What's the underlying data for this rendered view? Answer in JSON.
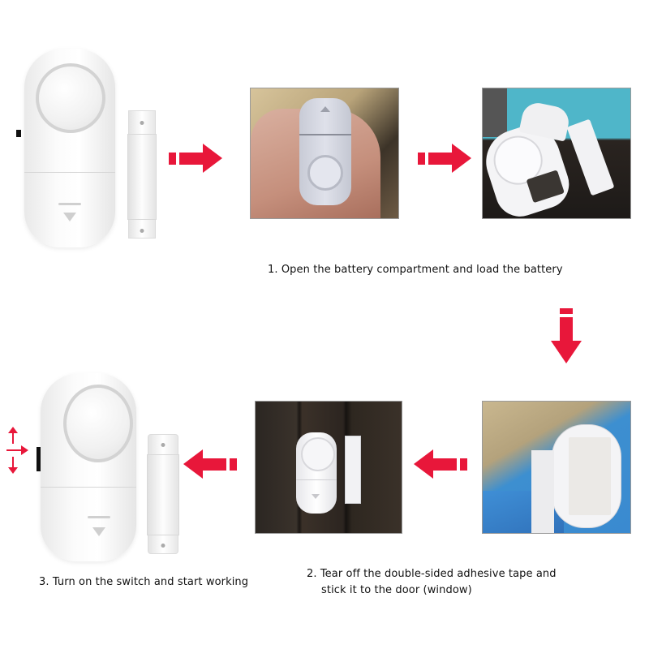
{
  "steps": [
    {
      "number": "1",
      "text": "1. Open the battery compartment and load the battery"
    },
    {
      "number": "2",
      "text_line1": "2. Tear off the double-sided adhesive tape and",
      "text_line2": "stick it to the door (window)"
    },
    {
      "number": "3",
      "text": "3. Turn on the switch and start working"
    }
  ],
  "images": {
    "product_top": "door-window-alarm-with-magnet",
    "photo_hand": "hand-holding-alarm",
    "photo_battery": "open-battery-compartment",
    "photo_adhesive": "adhesive-tape-on-alarm",
    "photo_door": "alarm-mounted-on-door",
    "product_bottom": "alarm-with-switch"
  },
  "colors": {
    "arrow_red": "#e8173a",
    "text": "#111111",
    "background": "#ffffff"
  }
}
